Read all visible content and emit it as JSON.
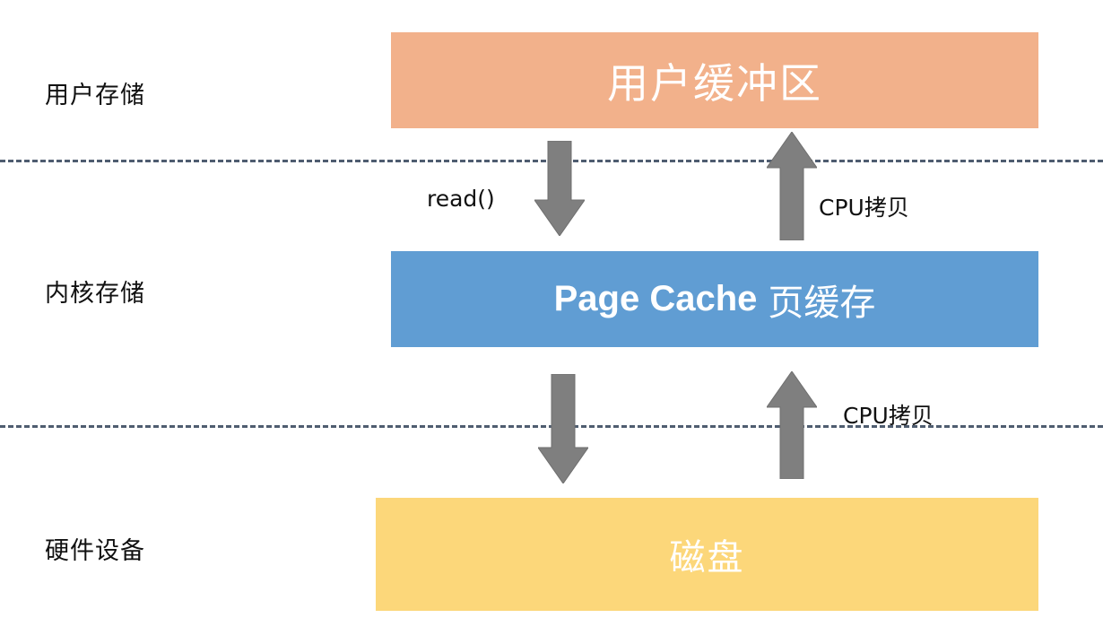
{
  "layers": {
    "user": "用户存储",
    "kernel": "内核存储",
    "hardware": "硬件设备"
  },
  "boxes": {
    "user_buffer": "用户缓冲区",
    "page_cache_en": "Page Cache",
    "page_cache_zh": "页缓存",
    "disk": "磁盘"
  },
  "arrows": {
    "read_label": "read()",
    "copy_label_upper": "CPU拷贝",
    "copy_label_lower": "CPU拷贝"
  },
  "colors": {
    "user_buffer": "#f2b18b",
    "page_cache": "#609dd3",
    "disk": "#fcd77a",
    "arrow": "#7f7f7f",
    "divider": "#4f5d70"
  }
}
